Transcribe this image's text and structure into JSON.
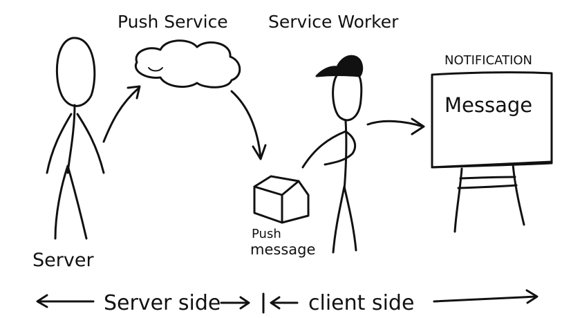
{
  "diagram": {
    "labels": {
      "push_service": "Push Service",
      "service_worker": "Service Worker",
      "notification": "NOTIFICATION",
      "message": "Message",
      "push_message_line1": "Push",
      "push_message_line2": "message",
      "server": "Server",
      "server_side": "Server side",
      "client_side": "client side",
      "divider": "|"
    },
    "colors": {
      "ink": "#111111",
      "background": "#ffffff"
    }
  }
}
